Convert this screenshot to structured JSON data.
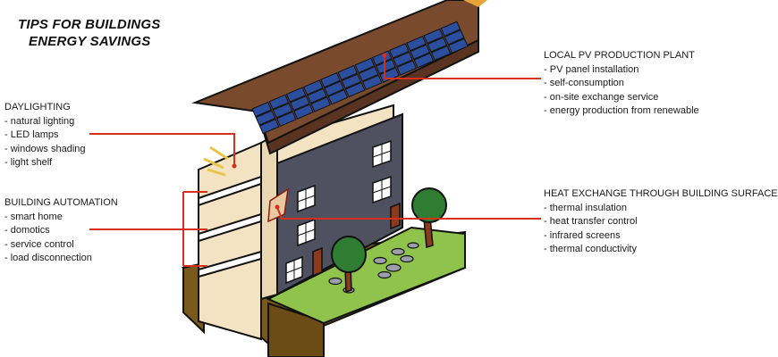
{
  "title": {
    "line1": "TIPS FOR BUILDINGS",
    "line2": "ENERGY SAVINGS"
  },
  "colors": {
    "leader": "#d62e1f",
    "roof": "#7a4a2e",
    "panel": "#2b4f9e",
    "wall": "#4f5161",
    "grass": "#8fc34b",
    "soil": "#7a5a1c",
    "interior": "#f3e3c3"
  },
  "daylighting": {
    "heading": "DAYLIGHTING",
    "items": [
      "natural lighting",
      "LED lamps",
      "windows shading",
      "light shelf"
    ]
  },
  "automation": {
    "heading": "BUILDING AUTOMATION",
    "items": [
      "smart home",
      "domotics",
      "service control",
      "load disconnection"
    ]
  },
  "pv": {
    "heading": "LOCAL PV PRODUCTION PLANT",
    "items": [
      "PV panel installation",
      "self-consumption",
      "on-site exchange service",
      "energy production from renewable"
    ]
  },
  "heat": {
    "heading": "HEAT EXCHANGE THROUGH BUILDING SURFACE",
    "items": [
      "thermal insulation",
      "heat transfer control",
      "infrared screens",
      "thermal conductivity"
    ]
  }
}
